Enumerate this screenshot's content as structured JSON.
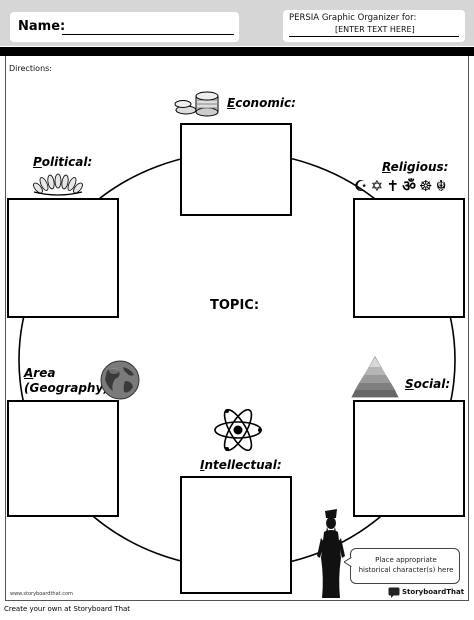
{
  "header": {
    "name_label": "Name:",
    "organizer_title": "PERSIA Graphic Organizer for:",
    "organizer_placeholder": "[ENTER TEXT HERE]"
  },
  "directions": "Directions:",
  "topic": "TOPIC:",
  "categories": {
    "economic": {
      "cap": "E",
      "rest": "conomic:"
    },
    "political": {
      "cap": "P",
      "rest": "olitical:"
    },
    "religious": {
      "cap": "R",
      "rest": "eligious:"
    },
    "area": {
      "cap1": "A",
      "line1": "rea",
      "line2": "(Geography):"
    },
    "social": {
      "cap": "S",
      "rest": "ocial:"
    },
    "intellectual": {
      "cap": "I",
      "rest": "ntellectual:"
    }
  },
  "religious_symbols": "☪ ✡ ✝ ॐ ☸ ☬",
  "speech_bubble": {
    "line1": "Place appropriate",
    "line2": "historical character(s) here"
  },
  "storyboard_url": "www.storyboardthat.com",
  "storyboard_logo": "StoryboardThat",
  "footer": "Create your own at Storyboard That",
  "colors": {
    "header_band": "#d6d6d6",
    "black_bar": "#000000",
    "ink": "#000000"
  }
}
